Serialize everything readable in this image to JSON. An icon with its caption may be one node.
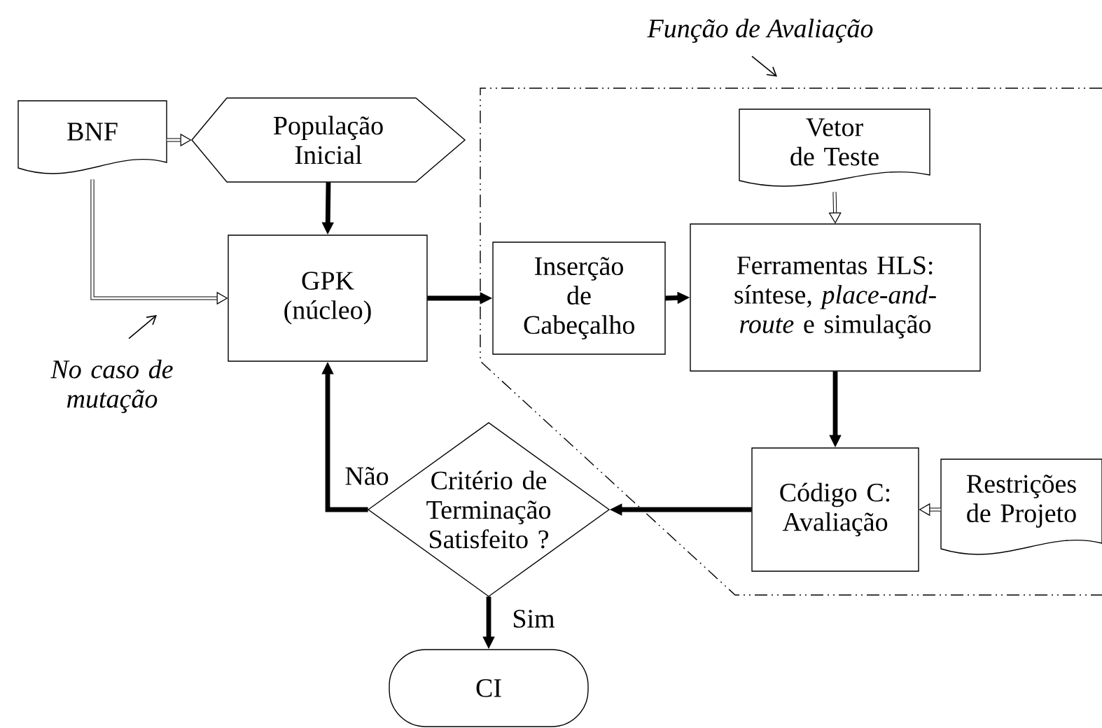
{
  "diagram": {
    "nodes": [
      {
        "text": [
          "Função de Avaliação"
        ]
      },
      {
        "text": [
          "BNF"
        ]
      },
      {
        "text": [
          "População Inicial"
        ]
      },
      {
        "text": [],
        "shape": "box"
      },
      {
        "text": [
          "Vetor de Teste"
        ],
        "in": 3
      },
      {
        "text": [
          "GPK (núcleo)"
        ]
      },
      {
        "text": [
          "Inserção de Cabeçalho"
        ],
        "in": 3
      },
      {
        "text": [
          "Ferramentas HLS: síntese, *place-and-route* e simulação"
        ],
        "in": 3
      },
      {
        "text": [
          "No caso de mutação"
        ]
      },
      {
        "text": [
          "Critério de Terminação Satisfeito ?"
        ]
      },
      {
        "text": [
          "Código C: Avaliação"
        ],
        "in": 3
      },
      {
        "text": [
          "Restrições de Projeto"
        ],
        "in": 3
      },
      {
        "text": [
          "CI"
        ]
      }
    ],
    "edges": [
      {
        "from": 0,
        "to": 3,
        "arrow": "to"
      },
      {
        "from": 8,
        "to": null,
        "arrow": "to"
      },
      {
        "from": 1,
        "to": 2,
        "arrow": "to"
      },
      {
        "from": 1,
        "to": 5,
        "arrow": "to"
      },
      {
        "from": 2,
        "to": 5,
        "arrow": "to"
      },
      {
        "from": 5,
        "to": 6,
        "arrow": "to"
      },
      {
        "from": 6,
        "to": 7,
        "arrow": "to"
      },
      {
        "from": 4,
        "to": 7,
        "arrow": "to"
      },
      {
        "from": 7,
        "to": 10,
        "arrow": "to"
      },
      {
        "from": 11,
        "to": 10,
        "arrow": "to"
      },
      {
        "from": 10,
        "to": 9,
        "arrow": "to"
      },
      {
        "from": 9,
        "to": 5,
        "arrow": "to",
        "label": "Não"
      },
      {
        "from": 9,
        "to": 12,
        "arrow": "to",
        "label": "Sim"
      }
    ]
  }
}
